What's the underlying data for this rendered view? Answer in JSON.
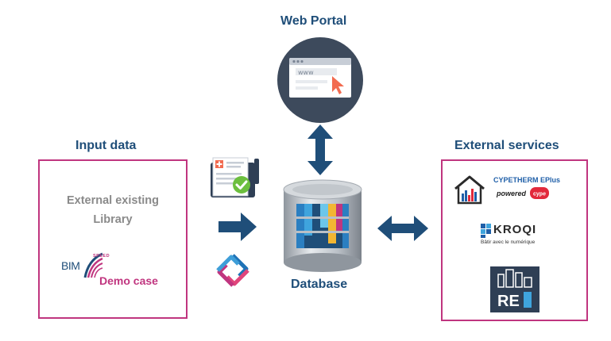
{
  "web_portal": {
    "title": "Web Portal",
    "url_text": "www"
  },
  "input_data": {
    "title": "Input data",
    "library_line1": "External existing",
    "library_line2": "Library",
    "bim_text": "BIM",
    "speed_text": "SPEED",
    "demo_text": "Demo case"
  },
  "database": {
    "label": "Database"
  },
  "external_services": {
    "title": "External services",
    "cypetherm_title": "CYPETHERM EPlus",
    "cypetherm_powered": "powered",
    "cypetherm_badge": "cype",
    "kroqi_title": "KROQI",
    "kroqi_tagline": "Bâtir avec le numérique",
    "re_text": "RE"
  },
  "colors": {
    "heading": "#1f4e79",
    "box_border": "#c0357f",
    "arrow": "#1f4e79",
    "portal_circle": "#3d4a5c"
  }
}
